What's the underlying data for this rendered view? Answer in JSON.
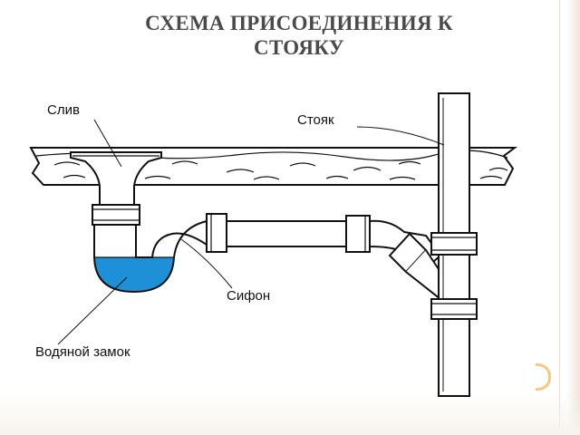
{
  "slide": {
    "title_line1": "СХЕМА ПРИСОЕДИНЕНИЯ К",
    "title_line2": "СТОЯКУ"
  },
  "diagram": {
    "labels": {
      "drain": "Слив",
      "riser": "Стояк",
      "siphon": "Сифон",
      "water_seal": "Водяной замок"
    },
    "colors": {
      "water": "#1e90d8",
      "stroke": "#111111",
      "accent": "#f3b24a"
    }
  }
}
